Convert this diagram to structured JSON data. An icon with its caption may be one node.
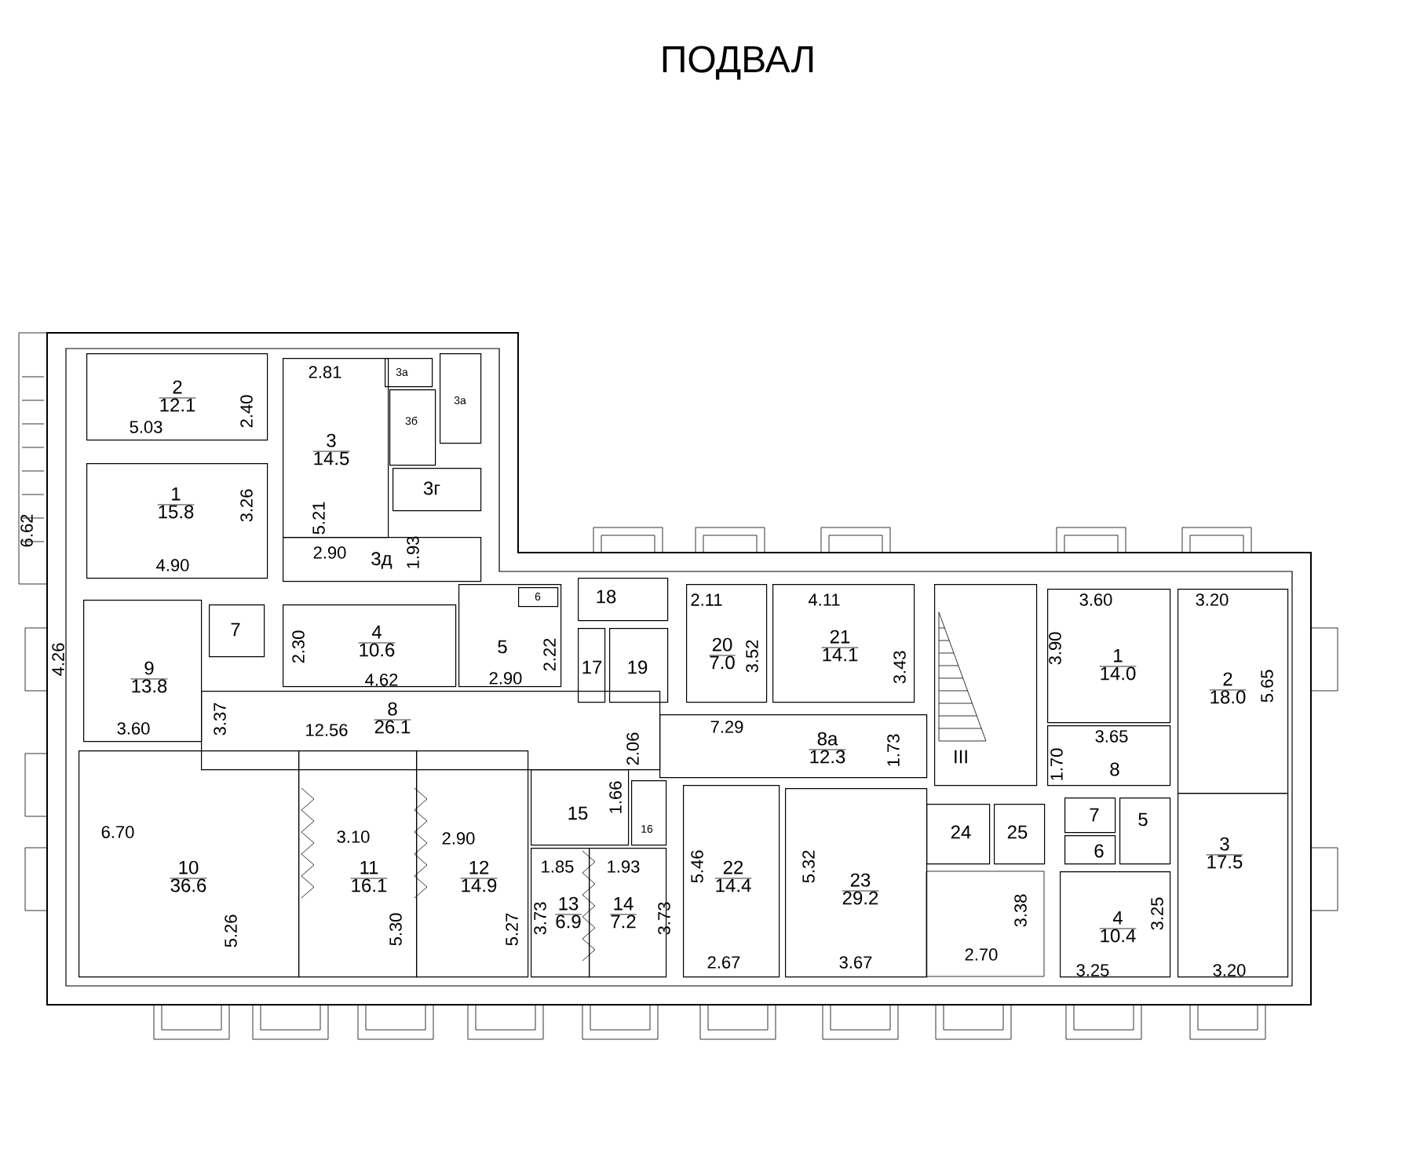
{
  "diagram": {
    "title": "ПОДВАЛ",
    "nodes": [
      {
        "text": [
          "2",
          "12.1"
        ]
      },
      {
        "text": [
          "3а"
        ]
      },
      {
        "text": [
          "3",
          "14.5"
        ]
      },
      {
        "text": [
          "3б"
        ]
      },
      {
        "text": [
          "3а"
        ]
      },
      {
        "text": [
          "1",
          "15.8"
        ]
      },
      {
        "text": [
          "3г"
        ]
      },
      {
        "text": [
          "3д"
        ]
      },
      {
        "text": [
          "18"
        ]
      },
      {
        "text": [
          "20",
          "7.0"
        ]
      },
      {
        "text": [
          "21",
          "14.1"
        ]
      },
      {
        "text": [
          "III"
        ]
      },
      {
        "text": [
          "1",
          "14.0"
        ]
      },
      {
        "text": [
          "2",
          "18.0"
        ]
      },
      {
        "text": [
          "6"
        ],
        "in": 17
      },
      {
        "text": [
          "7"
        ]
      },
      {
        "text": [
          "4",
          "10.6"
        ]
      },
      {
        "text": [
          "5"
        ]
      },
      {
        "text": [
          "17"
        ]
      },
      {
        "text": [
          "19"
        ]
      },
      {
        "text": [
          "9",
          "13.8"
        ]
      },
      {
        "text": [
          "8",
          "26.1"
        ]
      },
      {
        "text": [
          "8а",
          "12.3"
        ]
      },
      {
        "text": [
          "8"
        ]
      },
      {
        "text": [
          "15"
        ]
      },
      {
        "text": [
          "16"
        ]
      },
      {
        "text": [
          "7"
        ]
      },
      {
        "text": [
          "5"
        ]
      },
      {
        "text": [
          "24"
        ]
      },
      {
        "text": [
          "25"
        ]
      },
      {
        "text": [
          "6"
        ]
      },
      {
        "text": [
          "10",
          "36.6"
        ]
      },
      {
        "text": [
          "11",
          "16.1"
        ]
      },
      {
        "text": [
          "12",
          "14.9"
        ]
      },
      {
        "text": [
          "22",
          "14.4"
        ]
      },
      {
        "text": [
          "23",
          "29.2"
        ]
      },
      {
        "text": [
          "13",
          "6.9"
        ]
      },
      {
        "text": [
          "14",
          "7.2"
        ]
      },
      {
        "text": [
          "4",
          "10.4"
        ]
      },
      {
        "text": [
          "3",
          "17.5"
        ]
      }
    ],
    "labels": [
      "2.81",
      "2.40",
      "5.03",
      "6.62",
      "3.26",
      "5.21",
      "2.90",
      "1.93",
      "4.90",
      "2.11",
      "4.11",
      "3.60",
      "3.20",
      "4.26",
      "2.30",
      "2.22",
      "3.52",
      "3.43",
      "3.90",
      "5.65",
      "4.62",
      "2.90",
      "3.60",
      "3.37",
      "12.56",
      "7.29",
      "2.06",
      "1.73",
      "3.65",
      "1.70",
      "6.70",
      "3.10",
      "2.90",
      "1.66",
      "1.85",
      "1.93",
      "5.46",
      "5.32",
      "5.26",
      "5.30",
      "5.27",
      "3.73",
      "3.73",
      "3.38",
      "3.25",
      "2.67",
      "3.67",
      "2.70",
      "3.25",
      "3.20"
    ]
  }
}
